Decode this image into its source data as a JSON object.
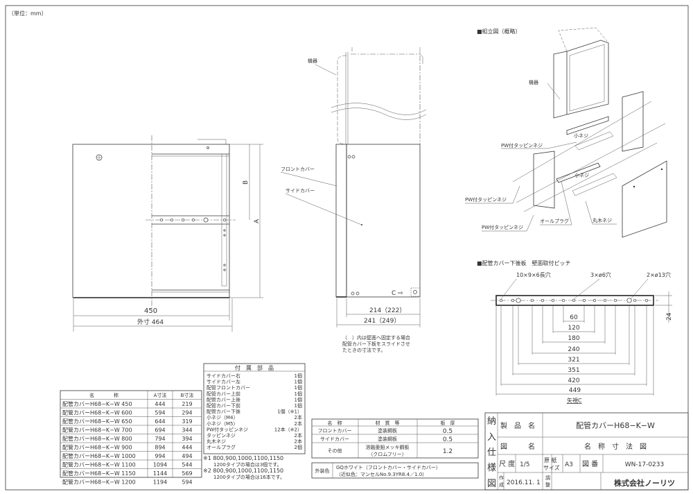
{
  "unit_label": "（単位：mm）",
  "front_view": {
    "dim_inner_width": "450",
    "dim_outer_width": "外寸 464",
    "dim_a": "A",
    "dim_b": "B"
  },
  "side_view": {
    "label_device": "機器",
    "label_front_cover": "フロントカバー",
    "label_side_cover": "サイドカバー",
    "arrow_c": "C ⇨",
    "dim_214": "214（222）",
    "dim_241": "241（249）",
    "note": [
      "（　）内は壁面へ固定する場合",
      "配管カバー下板をスライドさせ",
      "たときの寸法です。"
    ]
  },
  "assembly": {
    "title": "■組立図（概略）",
    "labels": {
      "device": "機器",
      "small_screw_1": "小ネジ",
      "pw_tapping_1": "PW付タッピンネジ",
      "small_screw_2": "小ネジ",
      "pw_tapping_2": "PW付タッピンネジ",
      "all_plug": "オールプラグ",
      "wood_screw": "丸木ネジ",
      "pw_tapping_3": "PW付タッピンネジ"
    }
  },
  "pitch": {
    "title": "■配管カバー下後板　壁面取付ピッチ",
    "callouts": [
      "10×9×6長穴",
      "3×ø6穴",
      "2×ø13穴"
    ],
    "dims": [
      "60",
      "120",
      "180",
      "240",
      "321",
      "351",
      "420",
      "449"
    ],
    "height_dim": "24",
    "view_label": "矢視C"
  },
  "size_table": {
    "headers": [
      "名　　　　称",
      "A寸法",
      "B寸法"
    ],
    "rows": [
      [
        "配管カバーH68−K−W 450",
        "444",
        "219"
      ],
      [
        "配管カバーH68−K−W 600",
        "594",
        "294"
      ],
      [
        "配管カバーH68−K−W 650",
        "644",
        "319"
      ],
      [
        "配管カバーH68−K−W 700",
        "694",
        "344"
      ],
      [
        "配管カバーH68−K−W 800",
        "794",
        "394"
      ],
      [
        "配管カバーH68−K−W 900",
        "894",
        "444"
      ],
      [
        "配管カバーH68−K−W 1000",
        "994",
        "494"
      ],
      [
        "配管カバーH68−K−W 1100",
        "1094",
        "544"
      ],
      [
        "配管カバーH68−K−W 1150",
        "1144",
        "569"
      ],
      [
        "配管カバーH68−K−W 1200",
        "1194",
        "594"
      ]
    ]
  },
  "accessories": {
    "title": "付　属　部　品",
    "items": [
      [
        "サイドカバー右",
        "1個"
      ],
      [
        "サイドカバー左",
        "1個"
      ],
      [
        "配管フロントカバー",
        "1個"
      ],
      [
        "配管カバー上前",
        "1個"
      ],
      [
        "配管カバー上後",
        "1個"
      ],
      [
        "配管カバー下前",
        "1個"
      ],
      [
        "配管カバー下後",
        "1個（※1）"
      ],
      [
        "小ネジ（M4）",
        "2本"
      ],
      [
        "小ネジ（M5）",
        "2本"
      ],
      [
        "PW付タッピンネジ",
        "12本（※2）"
      ],
      [
        "タッピンネジ",
        "2本"
      ],
      [
        "丸木ネジ",
        "2本"
      ],
      [
        "オールプラグ",
        "2個"
      ]
    ],
    "notes": [
      "※1 800,900,1000,1100,1150",
      "1200タイプの場合は3個です。",
      "※2 800,900,1000,1100,1150",
      "1200タイプの場合は16本です。"
    ]
  },
  "materials": {
    "headers": [
      "名　称",
      "材　質　等",
      "板　厚"
    ],
    "rows": [
      [
        "フロントカバー",
        "塗装鋼板",
        "",
        "0.5"
      ],
      [
        "サイドカバー",
        "塗装鋼板",
        "",
        "0.5"
      ],
      [
        "その他",
        "溶融亜鉛メッキ鋼板",
        "（クロムフリー）",
        "1.2"
      ]
    ],
    "color_label": "外装色",
    "color_lines": [
      "GQホワイト（フロントカバー・サイドカバー）",
      "（近似色：マンセルNo.9.3YR8.4／1.0）"
    ]
  },
  "title_block": {
    "vertical_label": [
      "納",
      "入",
      "仕",
      "様",
      "図"
    ],
    "product_name_label": "製　品　名",
    "product_name": "配管カバーH68−K−W",
    "drawing_name_label": "図　　　名",
    "drawing_name": "名　称　寸　法　図",
    "scale_label": "尺 度",
    "scale": "1/5",
    "paper_size_label": [
      "原 紙",
      "サイズ"
    ],
    "paper_size": "A3",
    "drawing_no_label": "図 番",
    "drawing_no": "WN-17-0233",
    "created_label": [
      "作",
      "成"
    ],
    "created_date": "2016.11. 1",
    "adjusted_label": [
      "調",
      "整"
    ],
    "company": "株式会社ノーリツ"
  }
}
